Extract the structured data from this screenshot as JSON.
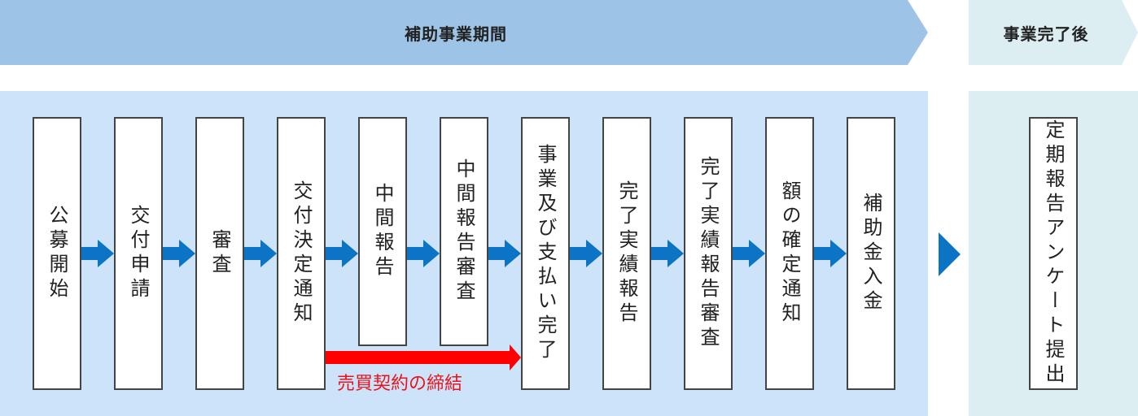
{
  "header": {
    "period_label": "補助事業期間",
    "after_label": "事業完了後"
  },
  "steps": [
    {
      "label": "公募開始"
    },
    {
      "label": "交付申請"
    },
    {
      "label": "審査"
    },
    {
      "label": "交付決定通知"
    },
    {
      "label": "中間報告"
    },
    {
      "label": "中間報告審査"
    },
    {
      "label": "事業及び支払い完了"
    },
    {
      "label": "完了実績報告"
    },
    {
      "label": "完了実績報告審査"
    },
    {
      "label": "額の確定通知"
    },
    {
      "label": "補助金入金"
    }
  ],
  "after_step": {
    "label": "定期報告アンケート提出"
  },
  "contract": {
    "label": "売買契約の締結"
  },
  "colors": {
    "period_band": "#9dc3e6",
    "main_panel": "#cce3fa",
    "after_panel": "#ddeef2",
    "flow_arrow": "#0c74c4",
    "contract_arrow": "#ff0000",
    "contract_text": "#e8141a"
  }
}
